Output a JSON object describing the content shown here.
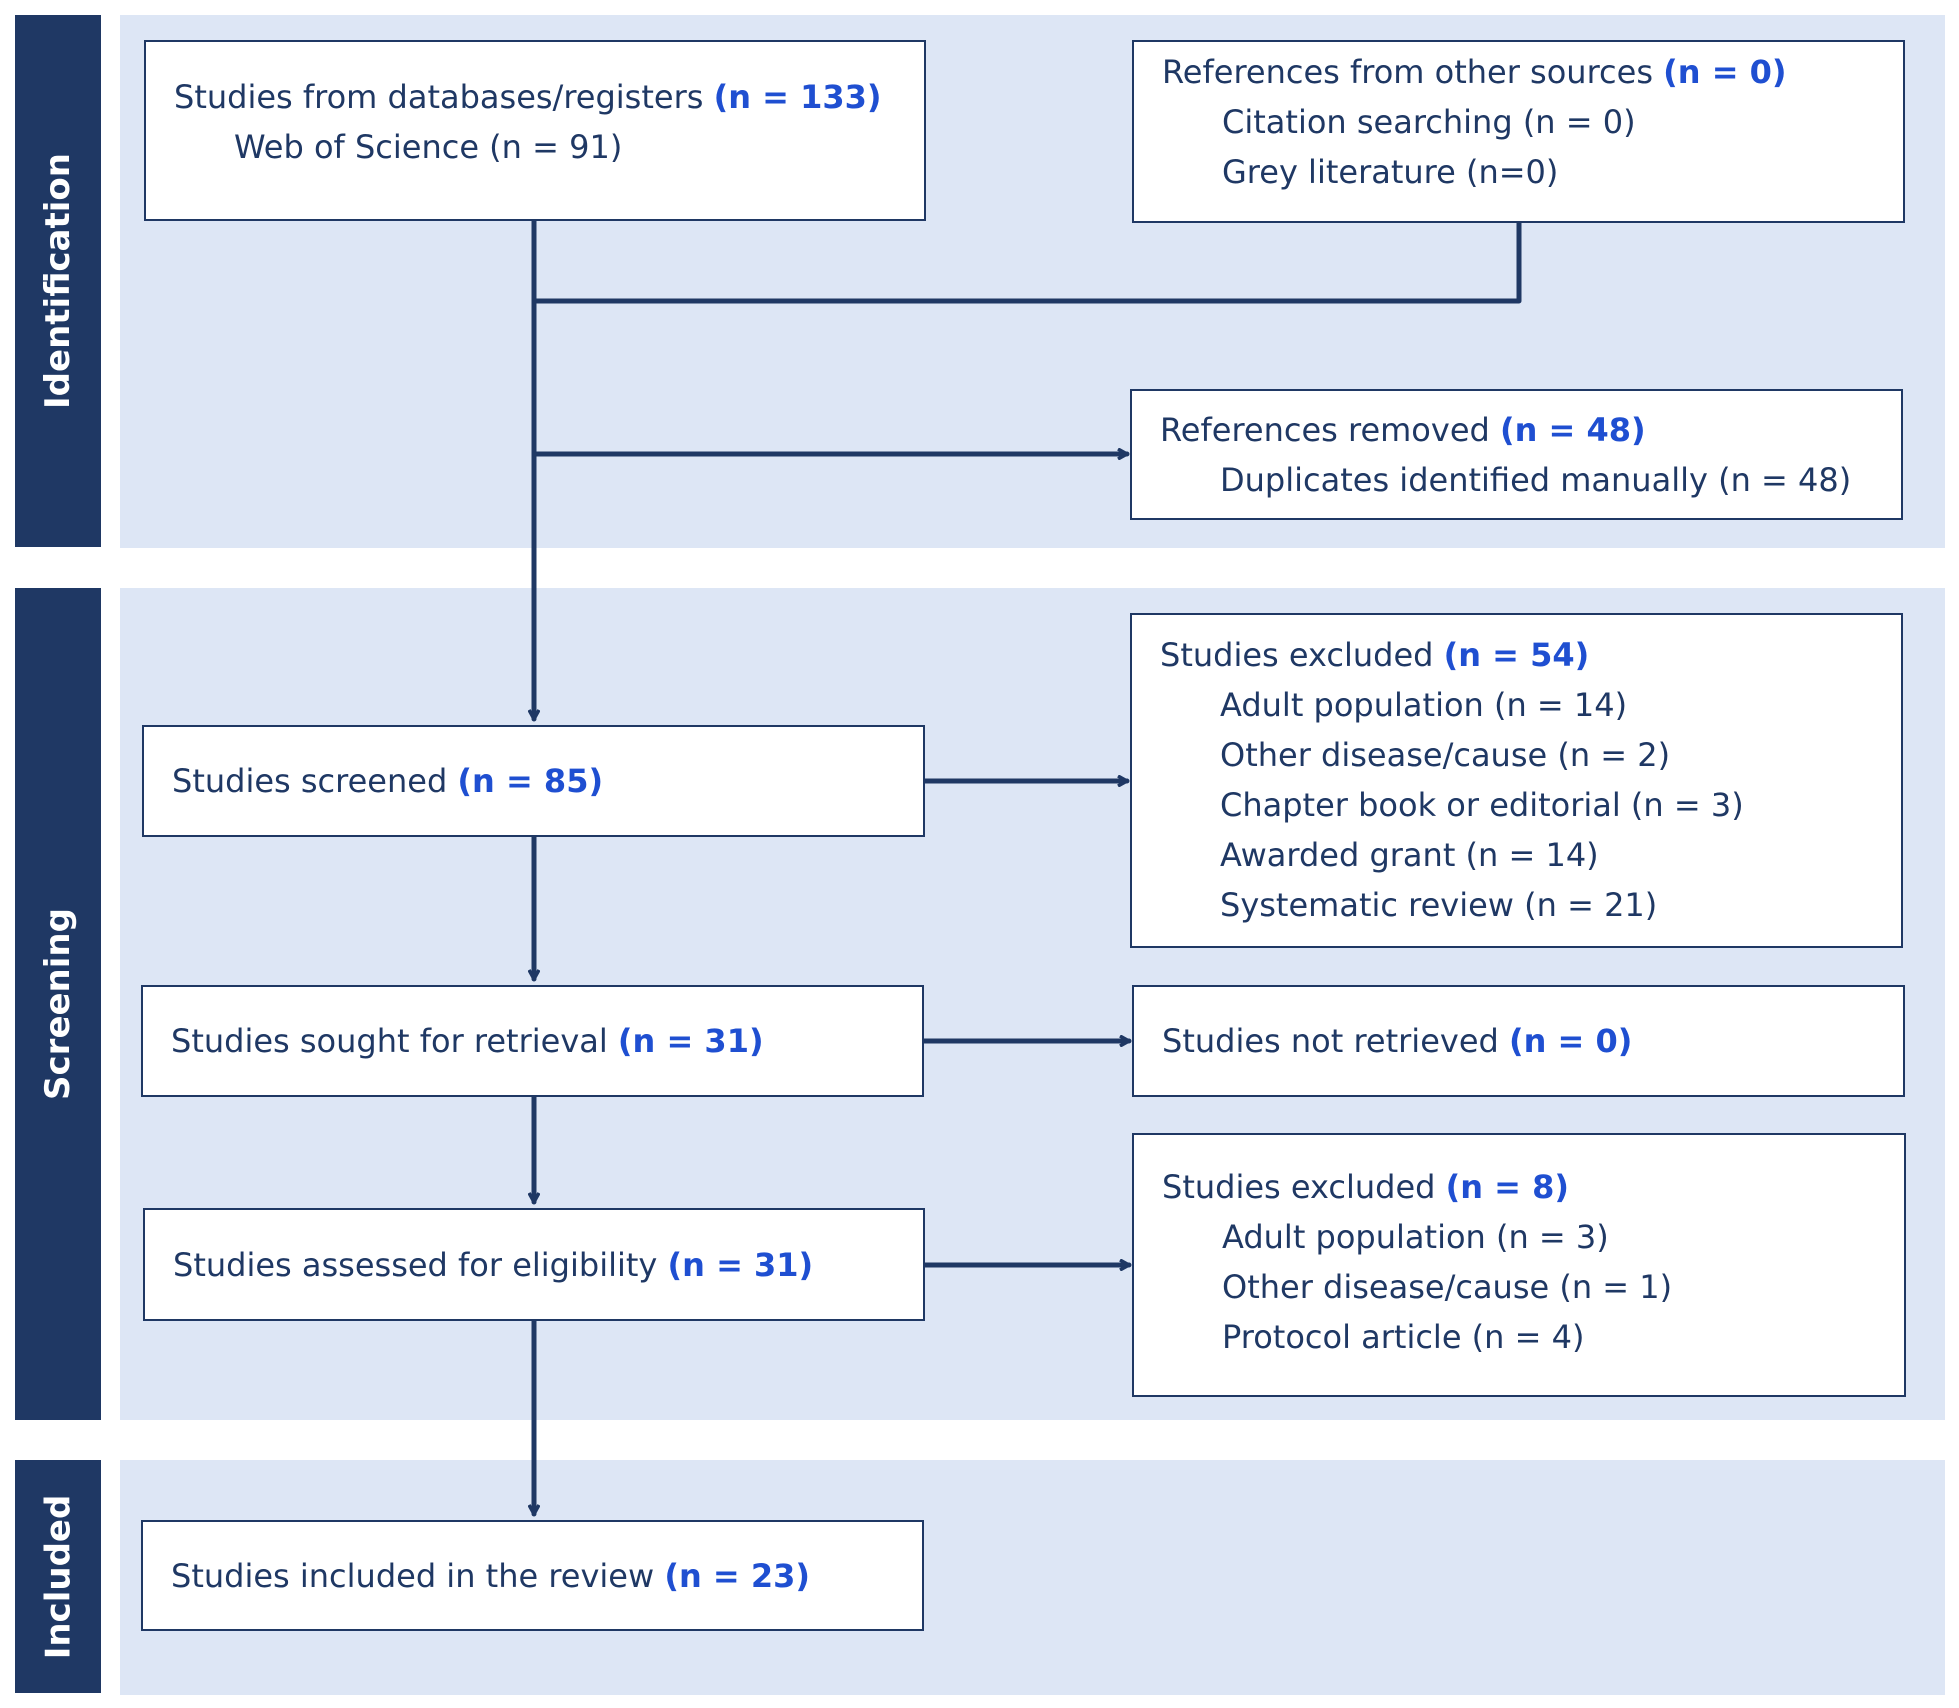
{
  "colors": {
    "band": "#dde6f5",
    "phase_label_bg": "#1f3864",
    "line": "#1f3864",
    "count_highlight": "#1f4fd1"
  },
  "phases": {
    "identification": "Identification",
    "screening": "Screening",
    "included": "Included"
  },
  "boxes": {
    "databases": {
      "title": "Studies from databases/registers",
      "count": "(n = 133)",
      "items": [
        "Web of Science (n = 91)"
      ]
    },
    "other_sources": {
      "title": "References from other sources",
      "count": "(n = 0)",
      "items": [
        "Citation searching (n = 0)",
        "Grey literature (n=0)"
      ]
    },
    "removed": {
      "title": "References removed",
      "count": "(n = 48)",
      "items": [
        "Duplicates identified manually (n = 48)"
      ]
    },
    "screened": {
      "title": "Studies screened",
      "count": "(n = 85)"
    },
    "excluded_screening": {
      "title": "Studies excluded",
      "count": "(n = 54)",
      "items": [
        "Adult population (n = 14)",
        "Other disease/cause (n = 2)",
        "Chapter book or editorial (n = 3)",
        "Awarded grant (n = 14)",
        "Systematic review (n = 21)"
      ]
    },
    "sought": {
      "title": "Studies sought for retrieval",
      "count": "(n = 31)"
    },
    "not_retrieved": {
      "title": "Studies not retrieved",
      "count": "(n = 0)"
    },
    "assessed": {
      "title": "Studies assessed for eligibility",
      "count": "(n = 31)"
    },
    "excluded_eligibility": {
      "title": "Studies excluded",
      "count": "(n = 8)",
      "items": [
        "Adult population (n = 3)",
        "Other disease/cause (n = 1)",
        "Protocol article (n = 4)"
      ]
    },
    "included": {
      "title": "Studies included in the review",
      "count": "(n = 23)"
    }
  }
}
